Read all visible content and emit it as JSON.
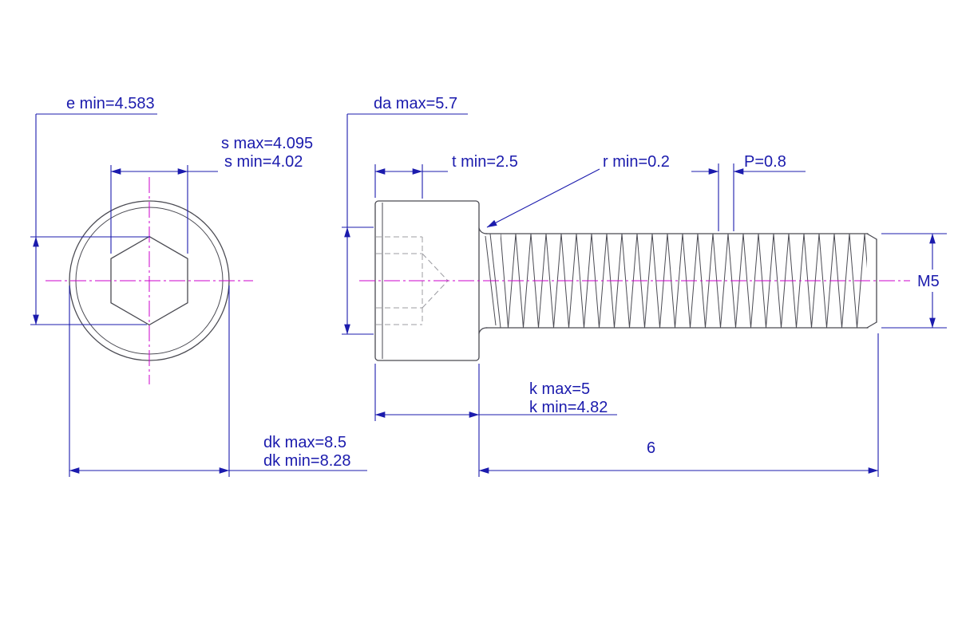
{
  "drawing": {
    "type": "technical-drawing",
    "subject": "M5 socket head cap screw dimensioned drawing",
    "views": {
      "end_view": {
        "name": "head end view",
        "dimensions": {
          "e_min": "e min=4.583",
          "s_max": "s max=4.095",
          "s_min": "s min=4.02",
          "dk_max": "dk max=8.5",
          "dk_min": "dk min=8.28"
        }
      },
      "side_view": {
        "name": "side profile view",
        "dimensions": {
          "da_max": "da max=5.7",
          "t_min": "t min=2.5",
          "r_min": "r min=0.2",
          "pitch": "P=0.8",
          "thread": "M5",
          "k_max": "k max=5",
          "k_min": "k min=4.82",
          "length": "6"
        }
      }
    },
    "colors": {
      "dimension_blue": "#1b1bad",
      "outline_gray": "#4a4a52",
      "hidden_gray": "#9c9ca2",
      "centerline_magenta": "#cc00cc",
      "page_bg": "#ffffff"
    }
  }
}
